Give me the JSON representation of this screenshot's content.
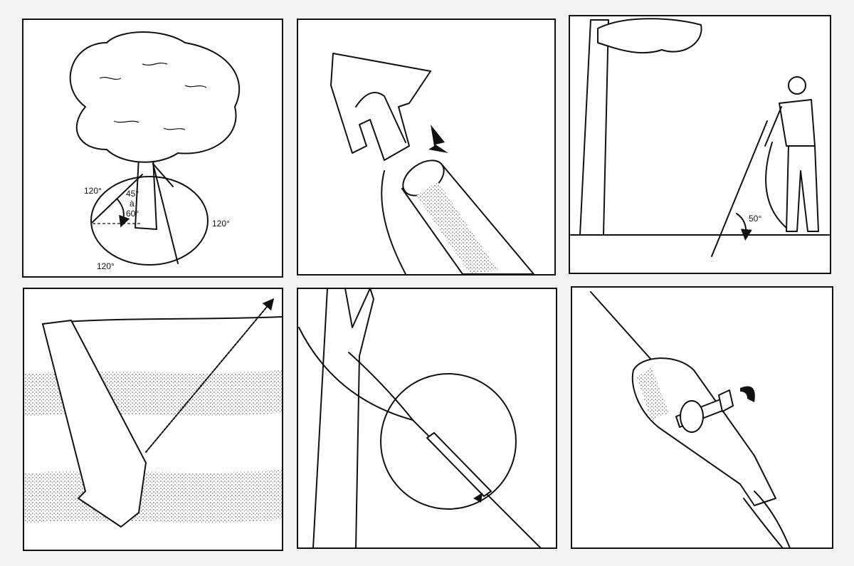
{
  "panels": [
    {
      "id": 1,
      "labels": {
        "angle_left": "120°",
        "angle_tilt_top": "45°",
        "angle_tilt_mid": "à",
        "angle_tilt_bottom": "60°",
        "angle_right": "120°",
        "angle_bottom": "120°"
      }
    },
    {
      "id": 2,
      "labels": {}
    },
    {
      "id": 3,
      "labels": {
        "angle": "50°"
      }
    },
    {
      "id": 4,
      "labels": {}
    },
    {
      "id": 5,
      "labels": {}
    },
    {
      "id": 6,
      "labels": {}
    }
  ]
}
